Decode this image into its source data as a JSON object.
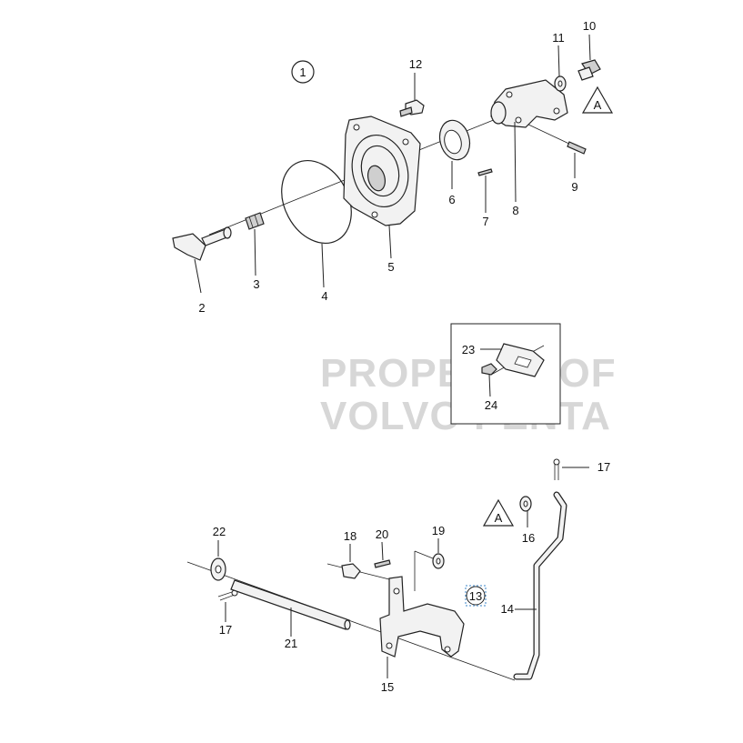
{
  "watermark": {
    "line1": "PROPERTY OF",
    "line2": "VOLVO PENTA"
  },
  "group_marker": "1",
  "detail_marker": "13",
  "ref_marks": [
    "A",
    "A"
  ],
  "labels": {
    "p2": "2",
    "p3": "3",
    "p4": "4",
    "p5": "5",
    "p6": "6",
    "p7": "7",
    "p8": "8",
    "p9": "9",
    "p10": "10",
    "p11": "11",
    "p12": "12",
    "p14": "14",
    "p15": "15",
    "p16": "16",
    "p17a": "17",
    "p17b": "17",
    "p18": "18",
    "p19": "19",
    "p20": "20",
    "p21": "21",
    "p22": "22",
    "p23": "23",
    "p24": "24"
  }
}
